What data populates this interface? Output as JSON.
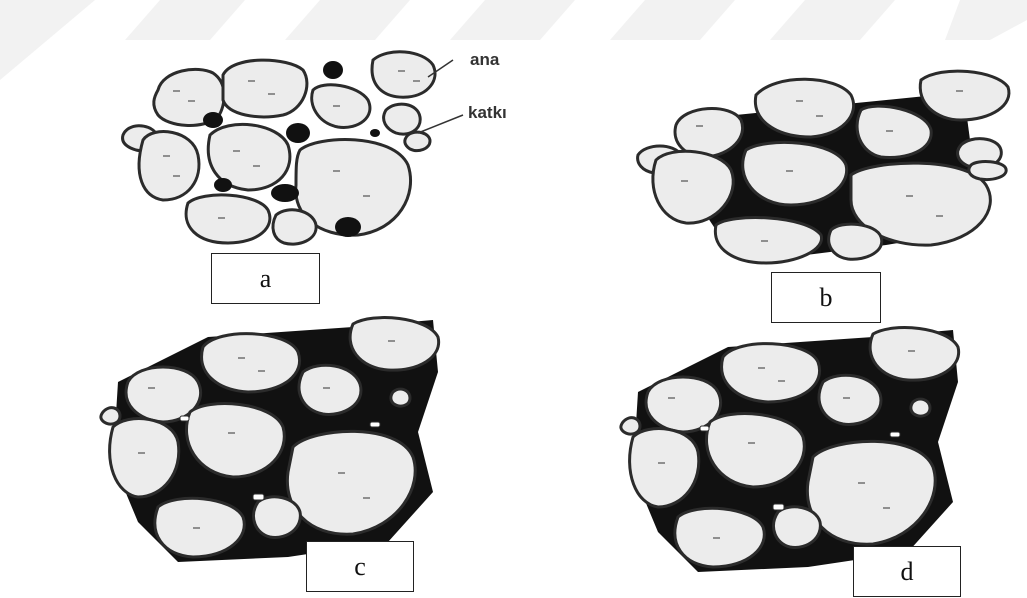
{
  "callouts": {
    "matrix": "ana",
    "additive": "katkı"
  },
  "panels": [
    {
      "id": "a",
      "label": "a"
    },
    {
      "id": "b",
      "label": "b"
    },
    {
      "id": "c",
      "label": "c"
    },
    {
      "id": "d",
      "label": "d"
    }
  ],
  "colors": {
    "grain_fill": "#ececec",
    "grain_outline": "#2b2b2b",
    "binder": "#111111",
    "watermark": "#f1f1f1"
  }
}
